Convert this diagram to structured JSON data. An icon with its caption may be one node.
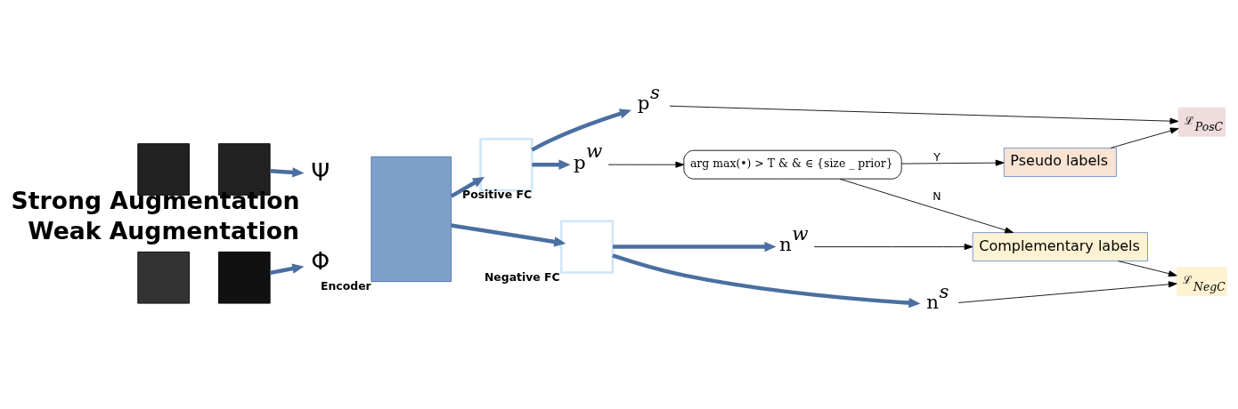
{
  "diagram": {
    "nodes": [
      {
        "text": [],
        "shape": "box"
      },
      {
        "text": [],
        "shape": "box"
      },
      {
        "text": [],
        "shape": "box"
      },
      {
        "text": [],
        "shape": "box"
      },
      {
        "text": [
          "Ψ"
        ],
        "beside": [
          "Strong Augmentation"
        ]
      },
      {
        "text": [
          "Φ"
        ],
        "beside": [
          "Weak Augmentation"
        ]
      },
      {
        "text": [],
        "shape": "box",
        "beside": [
          "Encoder"
        ]
      },
      {
        "text": [],
        "shape": "box",
        "beside": [
          "Positive FC"
        ]
      },
      {
        "text": [],
        "shape": "box",
        "beside": [
          "Negative FC"
        ]
      },
      {
        "text": [
          "p$^{s}$"
        ]
      },
      {
        "text": [
          "p$^{w}$"
        ]
      },
      {
        "text": [
          "ℒ$_{PosC}$"
        ]
      },
      {
        "text": [
          "Pseudo labels"
        ]
      },
      {
        "text": [
          "arg max(•) > T & & ∈ {size _ prior}"
        ]
      },
      {
        "text": [
          "n$^{w}$"
        ]
      },
      {
        "text": [
          "n$^{s}$"
        ]
      },
      {
        "text": [
          "Complementary labels"
        ]
      },
      {
        "text": [
          "ℒ$_{NegC}$"
        ]
      }
    ],
    "edges": [
      {
        "from": 1,
        "to": 4,
        "arrow": "to",
        "style": "thick",
        "color": "#4a6fa0"
      },
      {
        "from": 3,
        "to": 5,
        "arrow": "to",
        "style": "thick",
        "color": "#4a6fa0"
      },
      {
        "from": 6,
        "to": 7,
        "arrow": "to",
        "style": "thick",
        "color": "#4a6fa0"
      },
      {
        "from": 6,
        "to": 8,
        "arrow": "to",
        "style": "thick",
        "color": "#4a6fa0"
      },
      {
        "from": 7,
        "to": 9,
        "arrow": "to",
        "style": "thick",
        "color": "#4a6fa0"
      },
      {
        "from": 7,
        "to": 10,
        "arrow": "to",
        "style": "thick",
        "color": "#4a6fa0"
      },
      {
        "from": 8,
        "to": 14,
        "arrow": "to",
        "style": "thick",
        "color": "#4a6fa0"
      },
      {
        "from": 8,
        "to": 15,
        "arrow": "to",
        "style": "thick",
        "color": "#4a6fa0"
      },
      {
        "from": 9,
        "to": 11,
        "arrow": "to",
        "color": "#000000"
      },
      {
        "from": 12,
        "to": 11,
        "arrow": "to",
        "color": "#000000"
      },
      {
        "from": 10,
        "to": 13,
        "arrow": "to",
        "color": "#000000"
      },
      {
        "from": 13,
        "to": 12,
        "arrow": "to",
        "label": "Y",
        "color": "#000000"
      },
      {
        "from": 13,
        "to": 16,
        "arrow": "to",
        "label": "N",
        "color": "#000000"
      },
      {
        "from": 14,
        "to": 16,
        "arrow": "to",
        "color": "#000000"
      },
      {
        "from": 16,
        "to": 17,
        "arrow": "to",
        "color": "#000000"
      },
      {
        "from": 15,
        "to": 17,
        "arrow": "to",
        "color": "#000000"
      }
    ]
  }
}
